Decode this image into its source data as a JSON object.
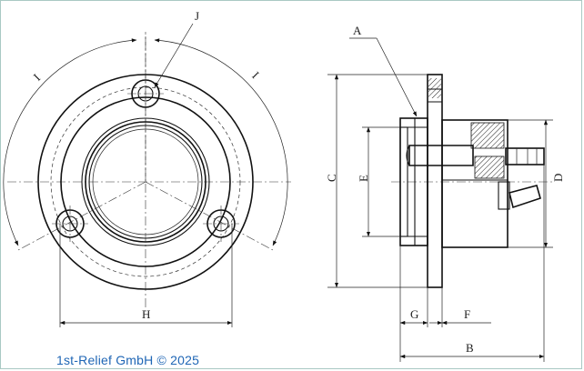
{
  "labels": {
    "a": "A",
    "b": "B",
    "c": "C",
    "d": "D",
    "e": "E",
    "f": "F",
    "g": "G",
    "h": "H",
    "i_left": "I",
    "i_right": "I",
    "j": "J"
  },
  "credit": "1st-Relief GmbH © 2025",
  "colors": {
    "line": "#111111",
    "credit": "#1f66b5",
    "frame": "#a9c9c4"
  }
}
